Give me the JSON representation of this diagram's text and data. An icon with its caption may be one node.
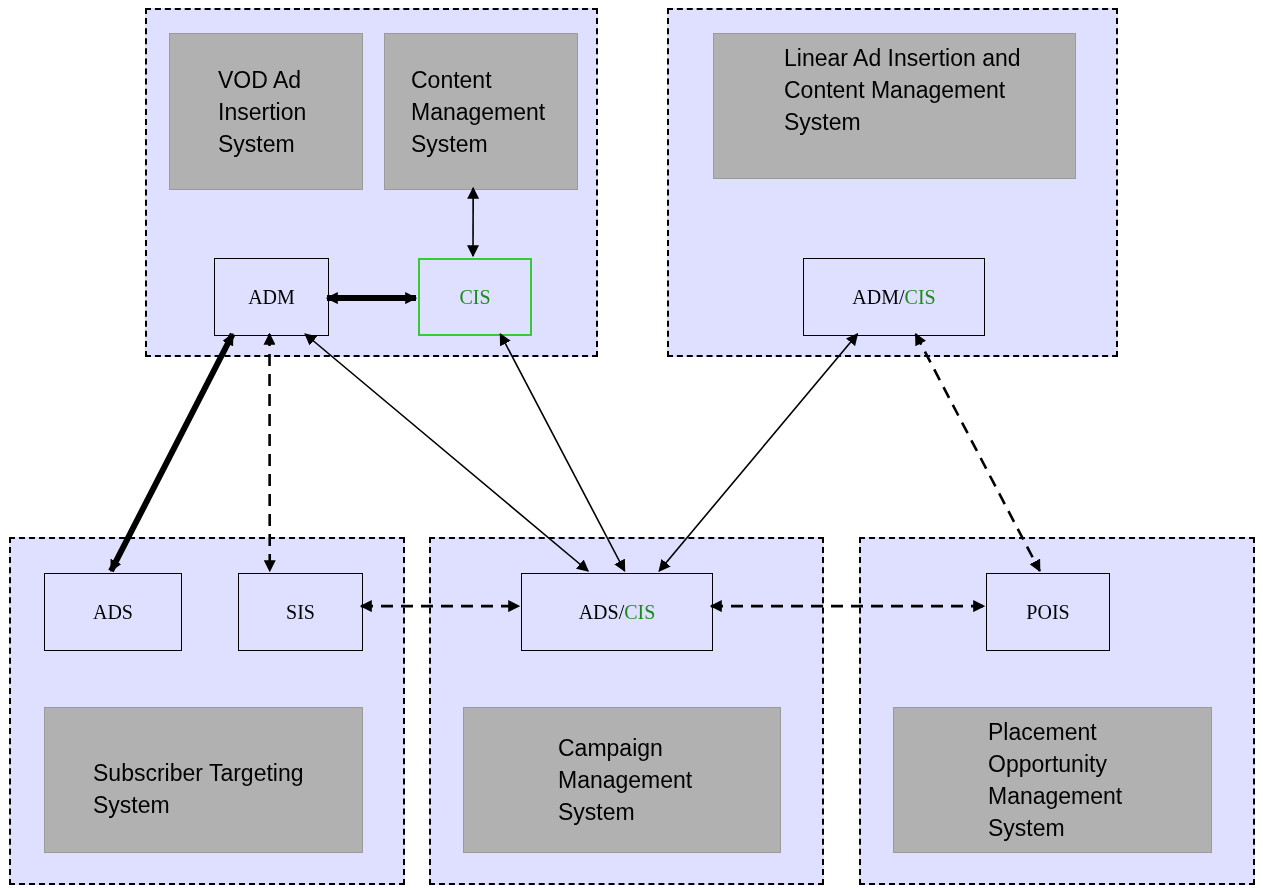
{
  "diagram": {
    "nodes": [
      {
        "text": [],
        "shape": "box"
      },
      {
        "text": [
          "VOD Ad Insertion System"
        ],
        "in": 0
      },
      {
        "text": [
          "Content Management System"
        ],
        "in": 0
      },
      {
        "text": [
          "ADM"
        ],
        "in": 0
      },
      {
        "text": [
          "CIS"
        ],
        "in": 0
      },
      {
        "text": [],
        "shape": "box"
      },
      {
        "text": [
          "Linear Ad Insertion and Content Management System"
        ],
        "in": 5
      },
      {
        "text": [
          "ADM/",
          "CIS"
        ],
        "in": 5
      },
      {
        "text": [],
        "shape": "box"
      },
      {
        "text": [
          "ADS"
        ],
        "in": 8
      },
      {
        "text": [
          "SIS"
        ],
        "in": 8
      },
      {
        "text": [
          "Subscriber Targeting System"
        ],
        "in": 8
      },
      {
        "text": [],
        "shape": "box"
      },
      {
        "text": [
          "ADS/",
          "CIS"
        ],
        "in": 12
      },
      {
        "text": [
          "Campaign Management System"
        ],
        "in": 12
      },
      {
        "text": [],
        "shape": "box"
      },
      {
        "text": [
          "POIS"
        ],
        "in": 15
      },
      {
        "text": [
          "Placement Opportunity Management System"
        ],
        "in": 15
      }
    ],
    "edges": [
      {
        "from": 2,
        "to": 4,
        "arrow": "both"
      },
      {
        "from": 3,
        "to": 4,
        "arrow": "both",
        "style": "thick"
      },
      {
        "from": 3,
        "to": 9,
        "arrow": "both",
        "style": "thick"
      },
      {
        "from": 3,
        "to": 10,
        "arrow": "both",
        "style": "dashed"
      },
      {
        "from": 3,
        "to": 13,
        "arrow": "both"
      },
      {
        "from": 4,
        "to": 13,
        "arrow": "both"
      },
      {
        "from": 7,
        "to": 13,
        "arrow": "both"
      },
      {
        "from": 7,
        "to": 16,
        "arrow": "both",
        "style": "dashed"
      },
      {
        "from": 10,
        "to": 13,
        "arrow": "both",
        "style": "dashed"
      },
      {
        "from": 13,
        "to": 16,
        "arrow": "both",
        "style": "dashed"
      }
    ]
  }
}
